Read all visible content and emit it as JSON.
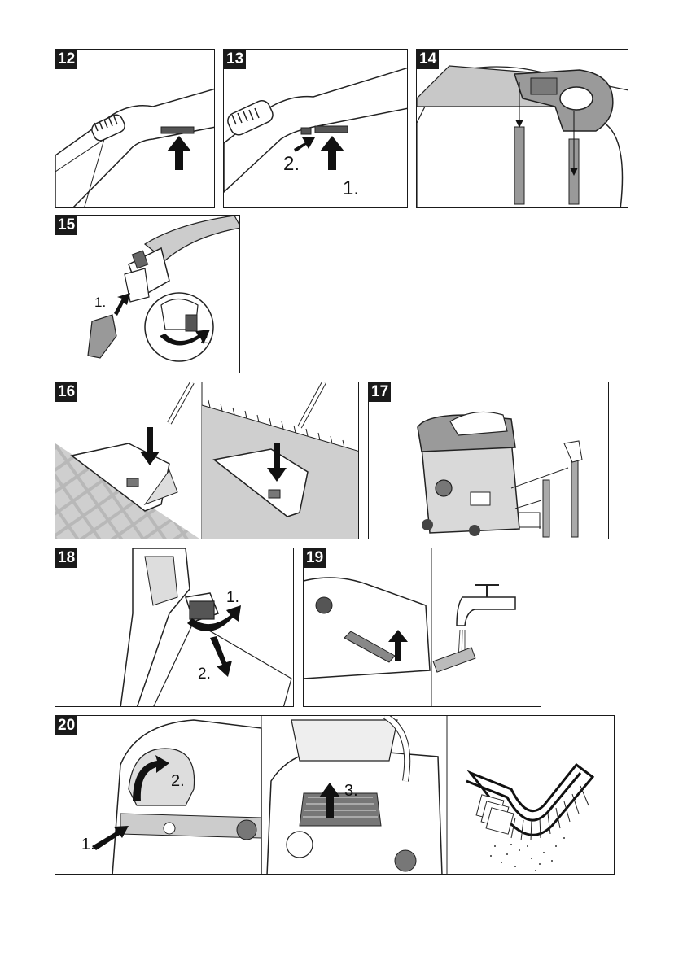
{
  "figures": [
    {
      "number": "12",
      "labels": []
    },
    {
      "number": "13",
      "labels": [
        "2.",
        "1."
      ]
    },
    {
      "number": "14",
      "labels": []
    },
    {
      "number": "15",
      "labels": [
        "1.",
        "2."
      ]
    },
    {
      "number": "16",
      "labels": []
    },
    {
      "number": "17",
      "labels": []
    },
    {
      "number": "18",
      "labels": [
        "1.",
        "2."
      ]
    },
    {
      "number": "19",
      "labels": []
    },
    {
      "number": "20",
      "labels": [
        "2.",
        "1.",
        "3."
      ]
    }
  ]
}
